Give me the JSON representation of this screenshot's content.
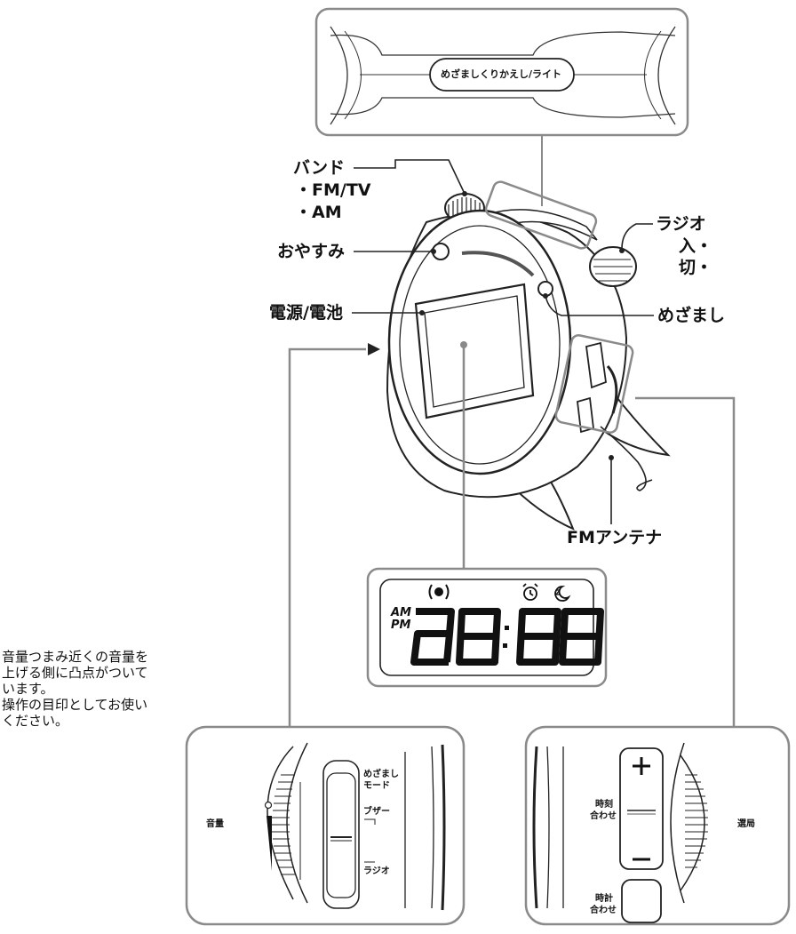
{
  "top_panel": {
    "button_label": "めざましくりかえし/ライト"
  },
  "callouts": {
    "band": {
      "title": "バンド",
      "option1": "・FM/TV",
      "option2": "・AM"
    },
    "oyasumi": "おやすみ",
    "power": "電源/電池",
    "radio": {
      "title": "ラジオ",
      "on": "入・",
      "off": "切・"
    },
    "mezamashi": "めざまし",
    "fm_antenna": "FMアンテナ"
  },
  "lcd": {
    "am": "AM",
    "pm": "PM",
    "digits": "88:88"
  },
  "note": {
    "line1": "音量つまみ近くの音量を",
    "line2": "上げる側に凸点がついて",
    "line3": "います。",
    "line4": "操作の目印としてお使い",
    "line5": "ください。"
  },
  "left_detail": {
    "volume": "音量",
    "mode_mezamashi_1": "めざまし",
    "mode_mezamashi_2": "モード",
    "mode_buzzer": "ブザー",
    "mode_radio": "ラジオ"
  },
  "right_detail": {
    "time_adjust_1": "時刻",
    "time_adjust_2": "合わせ",
    "clock_adjust_1": "時計",
    "clock_adjust_2": "合わせ",
    "tuning": "選局",
    "plus": "+",
    "minus": "−"
  }
}
